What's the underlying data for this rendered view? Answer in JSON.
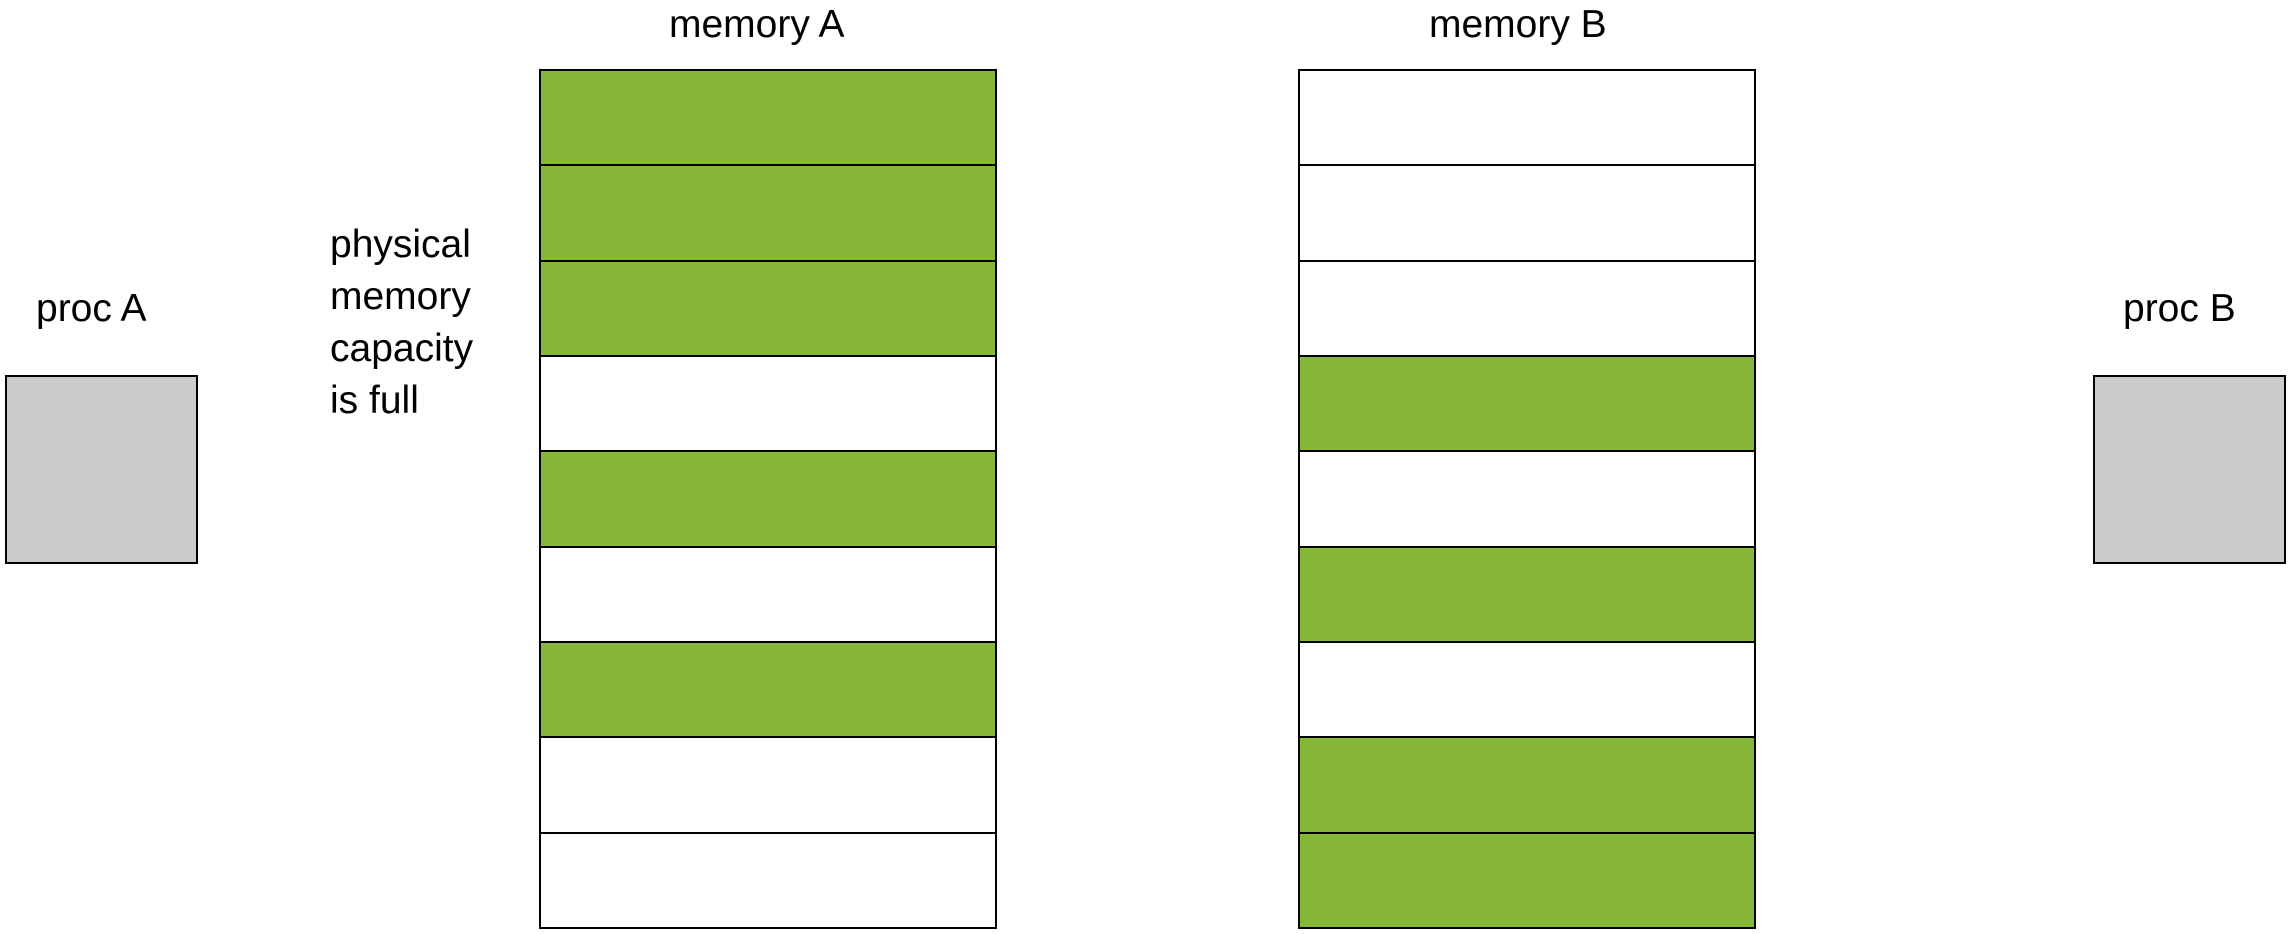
{
  "colors": {
    "used_block": "#86b737",
    "free_block": "#ffffff",
    "processor_fill": "#cccccc"
  },
  "processors": [
    {
      "label": "proc A"
    },
    {
      "label": "proc B"
    }
  ],
  "memories": [
    {
      "label": "memory A",
      "blocks": [
        {
          "state": "used"
        },
        {
          "state": "used"
        },
        {
          "state": "used"
        },
        {
          "state": "free"
        },
        {
          "state": "used"
        },
        {
          "state": "free"
        },
        {
          "state": "used"
        },
        {
          "state": "free"
        },
        {
          "state": "free"
        }
      ]
    },
    {
      "label": "memory B",
      "blocks": [
        {
          "state": "free"
        },
        {
          "state": "free"
        },
        {
          "state": "free"
        },
        {
          "state": "used"
        },
        {
          "state": "free"
        },
        {
          "state": "used"
        },
        {
          "state": "free"
        },
        {
          "state": "used"
        },
        {
          "state": "used"
        }
      ]
    }
  ],
  "note": {
    "lines": [
      "physical",
      "memory",
      "capacity",
      "is full"
    ]
  }
}
